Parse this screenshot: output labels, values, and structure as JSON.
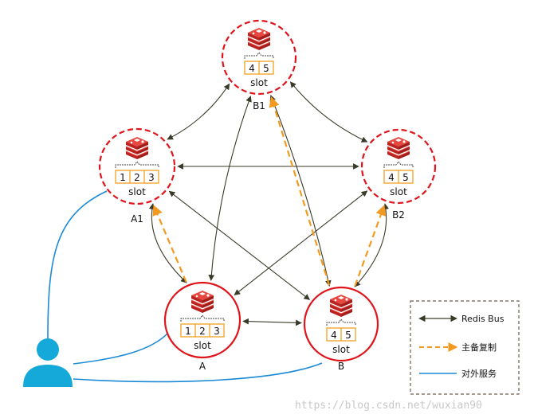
{
  "nodes": [
    {
      "id": "B1",
      "label": "B1",
      "slots": [
        "4",
        "5"
      ],
      "slot_word": "slot",
      "role": "replica"
    },
    {
      "id": "A1",
      "label": "A1",
      "slots": [
        "1",
        "2",
        "3"
      ],
      "slot_word": "slot",
      "role": "replica"
    },
    {
      "id": "B2",
      "label": "B2",
      "slots": [
        "4",
        "5"
      ],
      "slot_word": "slot",
      "role": "replica"
    },
    {
      "id": "A",
      "label": "A",
      "slots": [
        "1",
        "2",
        "3"
      ],
      "slot_word": "slot",
      "role": "master"
    },
    {
      "id": "B",
      "label": "B",
      "slots": [
        "4",
        "5"
      ],
      "slot_word": "slot",
      "role": "master"
    }
  ],
  "bus_links": [
    [
      "B1",
      "A1"
    ],
    [
      "B1",
      "B2"
    ],
    [
      "B1",
      "A"
    ],
    [
      "B1",
      "B"
    ],
    [
      "A1",
      "B2"
    ],
    [
      "A1",
      "A"
    ],
    [
      "A1",
      "B"
    ],
    [
      "B2",
      "A"
    ],
    [
      "B2",
      "B"
    ],
    [
      "A",
      "B"
    ]
  ],
  "replication_links": [
    {
      "from": "A",
      "to": "A1"
    },
    {
      "from": "B",
      "to": "B1"
    },
    {
      "from": "B",
      "to": "B2"
    }
  ],
  "client_links": [
    "A1",
    "A",
    "B"
  ],
  "legend": {
    "items": [
      {
        "type": "bus",
        "label": "Redis Bus"
      },
      {
        "type": "repl",
        "label": "主备复制"
      },
      {
        "type": "svc",
        "label": "对外服务"
      }
    ]
  },
  "colors": {
    "replica_ring": "#e0141b",
    "master_ring": "#e0141b",
    "bus": "#3a3a2a",
    "replication": "#f29a1f",
    "service": "#1b8ad6",
    "slot_box": "#f0a020",
    "redis_logo": "#d6302a",
    "user_icon": "#14a9d8",
    "legend_border": "#6b5d4a"
  },
  "watermark": "https://blog.csdn.net/wuxian90"
}
